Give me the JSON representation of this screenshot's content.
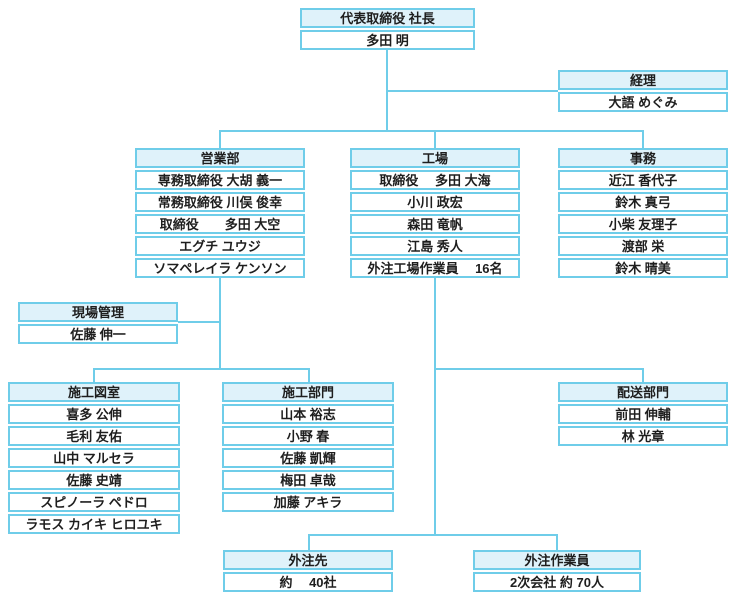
{
  "colors": {
    "accent_border": "#6FCDE9",
    "header_fill": "#DFF2FA",
    "text": "#1e1e1e",
    "background": "#ffffff"
  },
  "org": {
    "president": {
      "title": "代表取締役 社長",
      "members": [
        "多田 明"
      ]
    },
    "accounting": {
      "title": "経理",
      "members": [
        "大語 めぐみ"
      ]
    },
    "sales": {
      "title": "営業部",
      "members": [
        "専務取締役 大胡 義一",
        "常務取締役 川俣 俊幸",
        "取締役　　多田 大空",
        "エグチ ユウジ",
        "ソマペレイラ ケンソン"
      ]
    },
    "factory": {
      "title": "工場",
      "members": [
        "取締役　 多田 大海",
        "小川 政宏",
        "森田 竜帆",
        "江島 秀人",
        "外注工場作業員　 16名"
      ]
    },
    "office": {
      "title": "事務",
      "members": [
        "近江 香代子",
        "鈴木 真弓",
        "小柴 友理子",
        "渡部 栄",
        "鈴木 晴美"
      ]
    },
    "site_management": {
      "title": "現場管理",
      "members": [
        "佐藤 伸一"
      ]
    },
    "drawing_office": {
      "title": "施工図室",
      "members": [
        "喜多 公伸",
        "毛利 友佑",
        "山中 マルセラ",
        "佐藤 史靖",
        "スピノーラ ペドロ",
        "ラモス カイキ ヒロユキ"
      ]
    },
    "construction": {
      "title": "施工部門",
      "members": [
        "山本 裕志",
        "小野 春",
        "佐藤 凱輝",
        "梅田 卓哉",
        "加藤 アキラ"
      ]
    },
    "delivery": {
      "title": "配送部門",
      "members": [
        "前田 伸輔",
        "林 光章"
      ]
    },
    "subcontractors": {
      "title": "外注先",
      "members": [
        "約　 40社"
      ]
    },
    "subcontract_workers": {
      "title": "外注作業員",
      "members": [
        "2次会社 約 70人"
      ]
    }
  }
}
